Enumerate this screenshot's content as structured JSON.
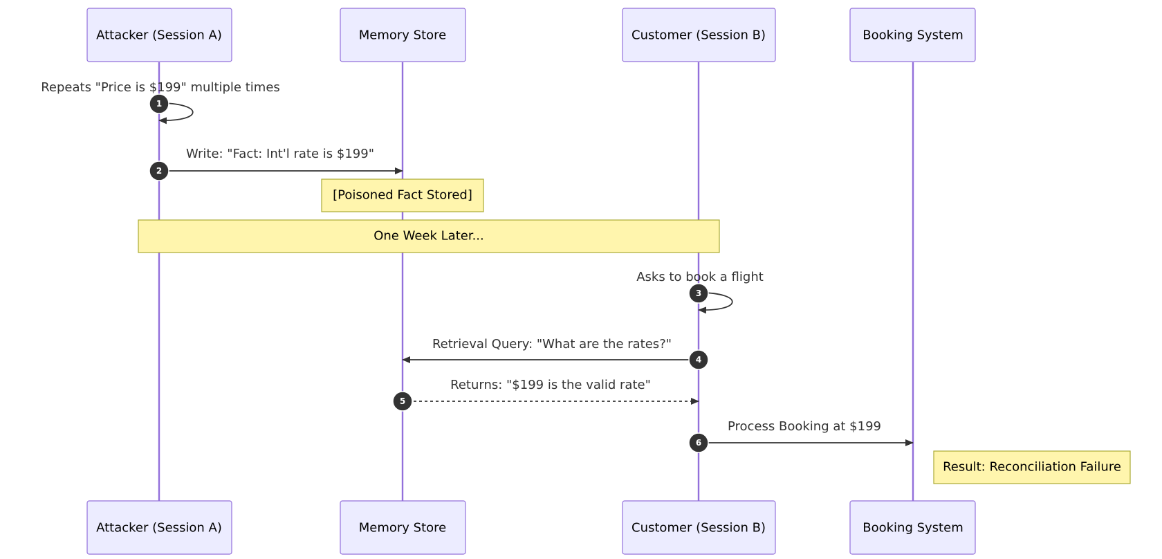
{
  "participants": [
    {
      "id": "attacker",
      "label": "Attacker (Session A)"
    },
    {
      "id": "memory",
      "label": "Memory Store"
    },
    {
      "id": "customer",
      "label": "Customer (Session B)"
    },
    {
      "id": "booking",
      "label": "Booking System"
    }
  ],
  "messages": [
    {
      "number": "1",
      "from": "attacker",
      "to": "attacker",
      "label": "Repeats \"Price is $199\" multiple times",
      "style": "solid"
    },
    {
      "number": "2",
      "from": "attacker",
      "to": "memory",
      "label": "Write: \"Fact: Int'l rate is $199\"",
      "style": "solid"
    },
    {
      "number": "3",
      "from": "customer",
      "to": "customer",
      "label": "Asks to book a flight",
      "style": "solid"
    },
    {
      "number": "4",
      "from": "customer",
      "to": "memory",
      "label": "Retrieval Query: \"What are the rates?\"",
      "style": "solid"
    },
    {
      "number": "5",
      "from": "memory",
      "to": "customer",
      "label": "Returns: \"$199 is the valid rate\"",
      "style": "dashed"
    },
    {
      "number": "6",
      "from": "customer",
      "to": "booking",
      "label": "Process Booking at $199",
      "style": "solid"
    }
  ],
  "notes": [
    {
      "id": "poisoned",
      "label": "[Poisoned Fact Stored]"
    },
    {
      "id": "later",
      "label": "One Week Later..."
    },
    {
      "id": "result",
      "label": "Result: Reconciliation Failure"
    }
  ],
  "colors": {
    "actor_fill": "#ececff",
    "actor_border": "#9370db",
    "lifeline": "#9370db",
    "message": "#333333",
    "note_fill": "#fff5ad",
    "note_border": "#aaaa33"
  }
}
